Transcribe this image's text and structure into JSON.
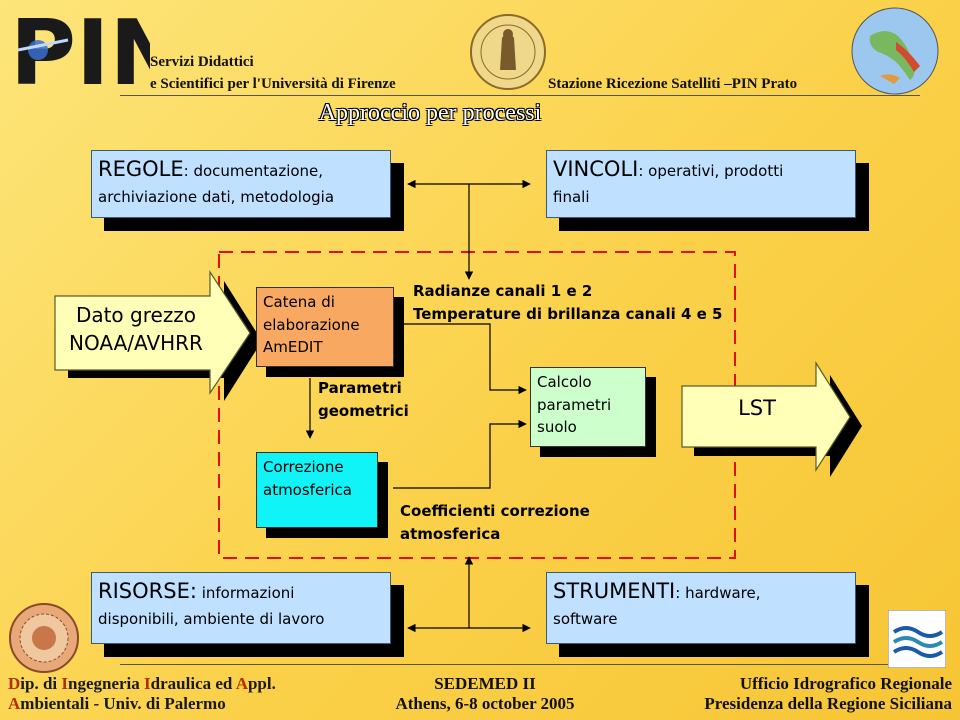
{
  "header": {
    "logo_text": "PIN",
    "line1": "Servizi Didattici",
    "line2": "e Scientifici per l'Università di Firenze",
    "station": "Stazione Ricezione Satelliti –PIN Prato"
  },
  "title": "Approccio per processi",
  "regole": {
    "head": "REGOLE",
    "rest": ": documentazione,",
    "line2": "archiviazione dati, metodologia"
  },
  "vincoli": {
    "head": "VINCOLI",
    "rest": ": operativi,  prodotti",
    "line2": "finali"
  },
  "risorse": {
    "head": "RISORSE:",
    "rest": " informazioni",
    "line2": "disponibili, ambiente di lavoro"
  },
  "strumenti": {
    "head": "STRUMENTI",
    "rest": ": hardware,",
    "line2": "software"
  },
  "input_arrow": {
    "line1": "Dato grezzo",
    "line2": "NOAA/AVHRR"
  },
  "output_arrow": {
    "label": "LST"
  },
  "catena": {
    "line1": "Catena di",
    "line2": "elaborazione",
    "line3": "AmEDIT"
  },
  "correzione": {
    "line1": "Correzione",
    "line2": "atmosferica"
  },
  "calcolo": {
    "line1": "Calcolo",
    "line2": "parametri",
    "line3": "suolo"
  },
  "labels": {
    "radianze1": "Radianze canali 1 e 2",
    "radianze2": "Temperature di brillanza canali 4 e 5",
    "param1": "Parametri",
    "param2": "geometrici",
    "coeff1": "Coefficienti correzione",
    "coeff2": "atmosferica"
  },
  "footer": {
    "left1_a": "D",
    "left1_b": "ip. di ",
    "left1_c": "I",
    "left1_d": "ngegneria ",
    "left1_e": "I",
    "left1_f": "draulica ed ",
    "left1_g": "A",
    "left1_h": "ppl.",
    "left2_a": "A",
    "left2_b": "mbientali - Univ. di Palermo",
    "center1": "SEDEMED II",
    "center2": "Athens, 6-8 october 2005",
    "right1": "Ufficio Idrografico Regionale",
    "right2": "Presidenza della Regione Siciliana"
  },
  "colors": {
    "box_blue": "#bfe0ff",
    "catena_orange": "#f8a860",
    "correzione_cyan": "#10f4f8",
    "calcolo_green": "#ccffcc",
    "dashed_red": "#e01010"
  }
}
